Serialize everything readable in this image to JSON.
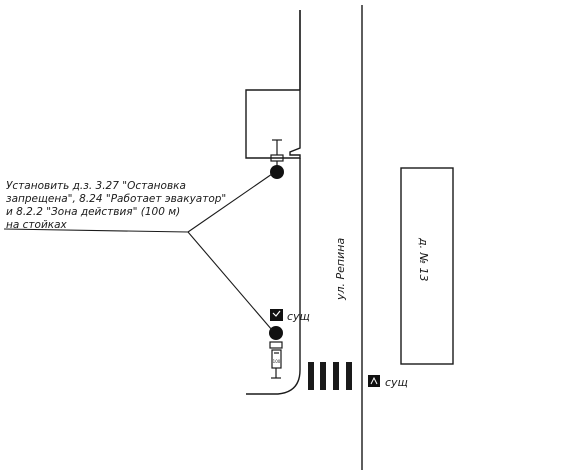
{
  "annotation": {
    "lines": [
      "Установить д.з. 3.27 \"Остановка",
      "запрещена\", 8.24 \"Работает эвакуатор\"",
      "и 8.2.2 \"Зона действия\" (100 м)",
      "на стойках"
    ]
  },
  "street": {
    "name": "ул. Репина"
  },
  "building": {
    "label": "д. № 13"
  },
  "signs": {
    "existing_upper_label": "сущ",
    "existing_crossing_label": "сущ",
    "distance_plate": "100"
  },
  "colors": {
    "ink": "#1a1a1a",
    "paper": "#ffffff"
  }
}
